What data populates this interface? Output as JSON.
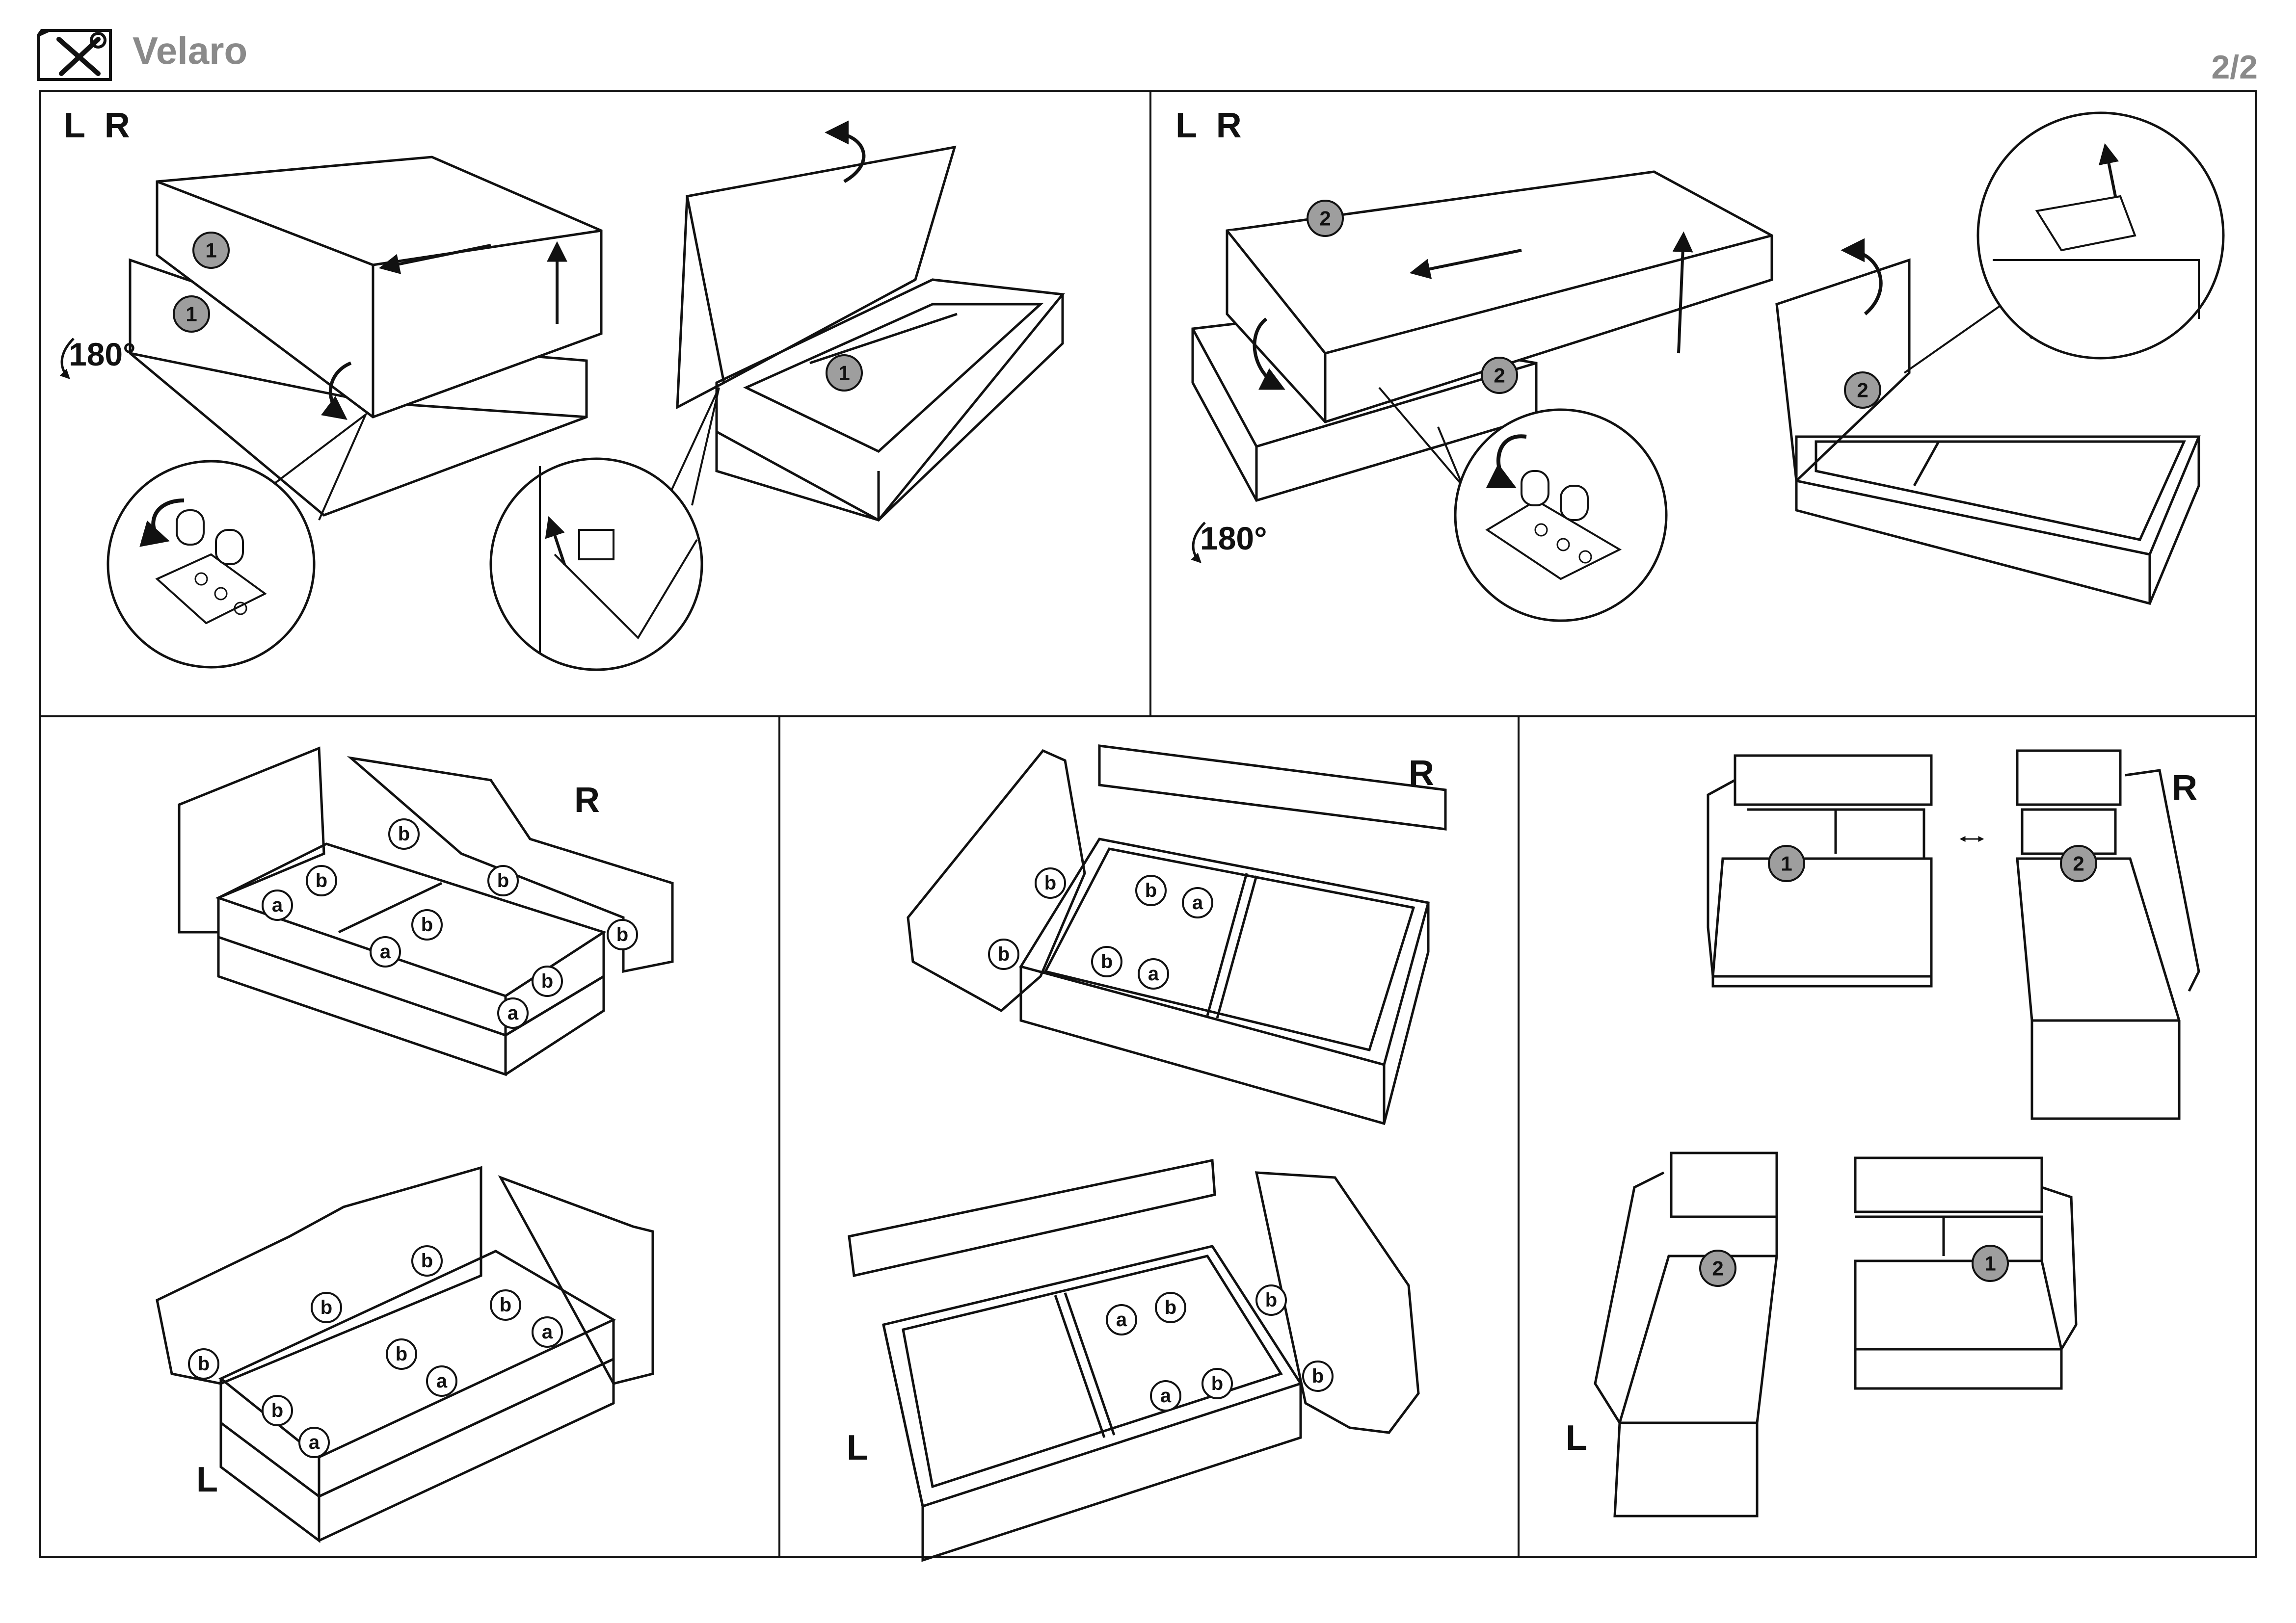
{
  "header": {
    "title": "Velaro",
    "page": "2/2",
    "icon": "tools-icon"
  },
  "panels": {
    "top_left": {
      "sides": "L  R",
      "rotation": "180°",
      "markers": [
        "1",
        "1",
        "1"
      ]
    },
    "top_right": {
      "sides": "L  R",
      "rotation": "180°",
      "markers": [
        "2",
        "2",
        "2"
      ]
    },
    "bottom_left": {
      "side_top": "R",
      "side_bottom": "L"
    },
    "bottom_middle": {
      "side_top": "R",
      "side_bottom": "L"
    },
    "bottom_right": {
      "side_top": "R",
      "side_bottom": "L",
      "markers": [
        "1",
        "2",
        "2",
        "1"
      ]
    }
  },
  "connector_labels": {
    "a": "a",
    "b": "b"
  },
  "colors": {
    "marker_fill": "#9e9e9e",
    "line": "#1a1a1a",
    "title": "#8a8a8a"
  }
}
